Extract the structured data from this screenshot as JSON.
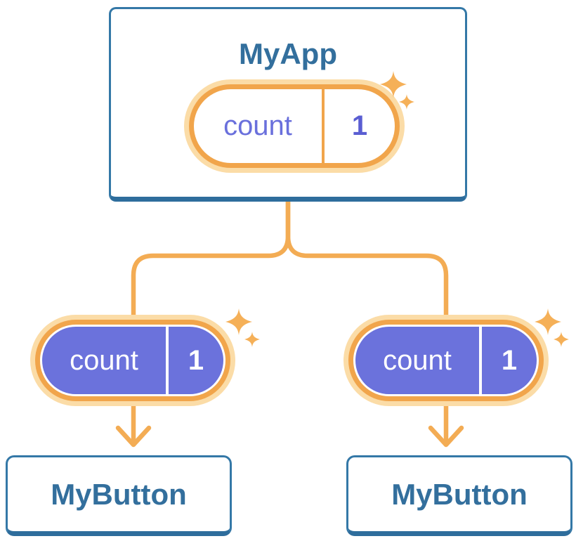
{
  "diagram": {
    "root": {
      "title": "MyApp",
      "state": {
        "name": "count",
        "value": "1"
      }
    },
    "children": [
      {
        "title": "MyButton",
        "state": {
          "name": "count",
          "value": "1"
        }
      },
      {
        "title": "MyButton",
        "state": {
          "name": "count",
          "value": "1"
        }
      }
    ]
  },
  "palette": {
    "background": "#FFFFFF",
    "card_border": "#3478A7",
    "card_border_bottom": "#2E6D9C",
    "heading_text": "#336F9D",
    "connector_orange": "#F3AC54",
    "pill_border_orange": "#F1A54B",
    "pill_glow": "#FBDCA7",
    "sparkle": "#F5B058",
    "purple_fill": "#6B72DC",
    "purple_text": "#6A70DC",
    "purple_value_text": "#5A5ED2",
    "text_on_purple": "#FFFFFF"
  }
}
